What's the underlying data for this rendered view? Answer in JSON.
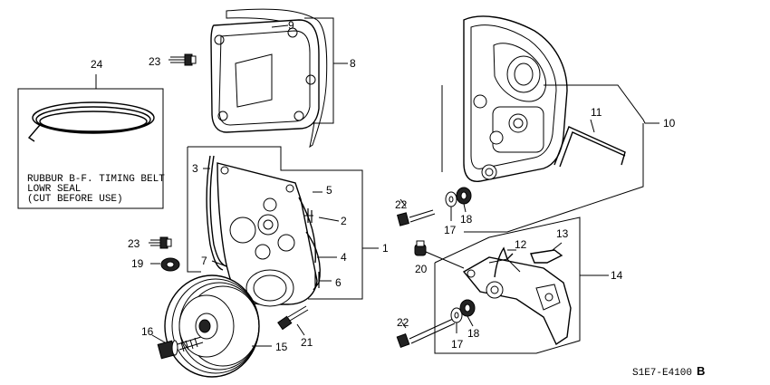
{
  "callouts": {
    "c1": "1",
    "c2": "2",
    "c3": "3",
    "c4": "4",
    "c5": "5",
    "c6": "6",
    "c7": "7",
    "c8": "8",
    "c9": "9",
    "c10": "10",
    "c11": "11",
    "c12": "12",
    "c13": "13",
    "c14": "14",
    "c15": "15",
    "c16": "16",
    "c17a": "17",
    "c17b": "17",
    "c18a": "18",
    "c18b": "18",
    "c19": "19",
    "c20": "20",
    "c21": "21",
    "c22a": "22",
    "c22b": "22",
    "c23a": "23",
    "c23b": "23",
    "c24": "24"
  },
  "note": {
    "line1": "RUBBUR B-F. TIMING BELT",
    "line2": "LOWR  SEAL",
    "line3": "(CUT BEFORE USE)"
  },
  "diagram_code": {
    "code": "S1E7-E4100",
    "suffix": "B"
  }
}
